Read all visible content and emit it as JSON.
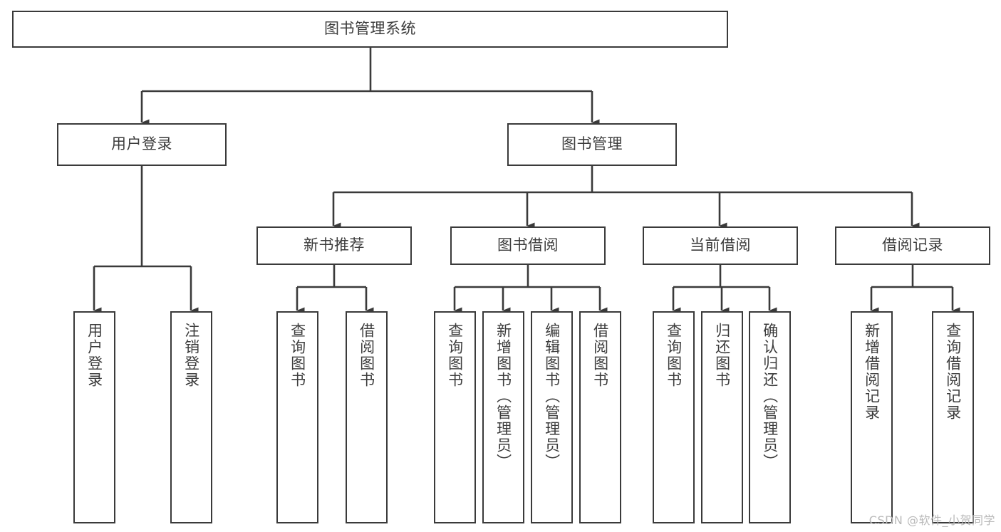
{
  "diagram": {
    "title": "图书管理系统",
    "type": "tree-hierarchy",
    "colors": {
      "stroke": "#3a3a3a",
      "text": "#3c3c3c",
      "background": "#ffffff",
      "watermark": "#b9b9b9"
    },
    "root": {
      "label": "图书管理系统"
    },
    "level2": [
      {
        "label": "用户登录"
      },
      {
        "label": "图书管理"
      }
    ],
    "level3": [
      {
        "label": "新书推荐"
      },
      {
        "label": "图书借阅"
      },
      {
        "label": "当前借阅"
      },
      {
        "label": "借阅记录"
      }
    ],
    "leaves": {
      "user_login": [
        {
          "label": "用户登录"
        },
        {
          "label": "注销登录"
        }
      ],
      "new_book_recommend": [
        {
          "label": "查询图书"
        },
        {
          "label": "借阅图书"
        }
      ],
      "book_borrow": [
        {
          "label": "查询图书"
        },
        {
          "label": "新增图书（管理员）"
        },
        {
          "label": "编辑图书（管理员）"
        },
        {
          "label": "借阅图书"
        }
      ],
      "current_borrow": [
        {
          "label": "查询图书"
        },
        {
          "label": "归还图书"
        },
        {
          "label": "确认归还（管理员）"
        }
      ],
      "borrow_record": [
        {
          "label": "新增借阅记录"
        },
        {
          "label": "查询借阅记录"
        }
      ]
    }
  },
  "watermark": {
    "text": "CSDN @软件_小贺同学"
  }
}
